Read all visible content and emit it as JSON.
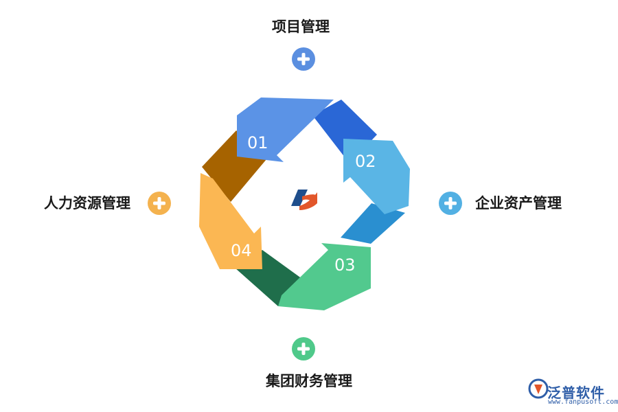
{
  "modules": {
    "top": {
      "label": "项目管理",
      "step": "01",
      "color": "#5b8fe0"
    },
    "right": {
      "label": "企业资产管理",
      "step": "02",
      "color": "#52b0e3"
    },
    "bottom": {
      "label": "集团财务管理",
      "step": "03",
      "color": "#4fc98a"
    },
    "left": {
      "label": "人力资源管理",
      "step": "04",
      "color": "#f4b24e"
    }
  },
  "watermark": {
    "brand": "泛普软件",
    "url": "www.fanpusoft.com"
  }
}
